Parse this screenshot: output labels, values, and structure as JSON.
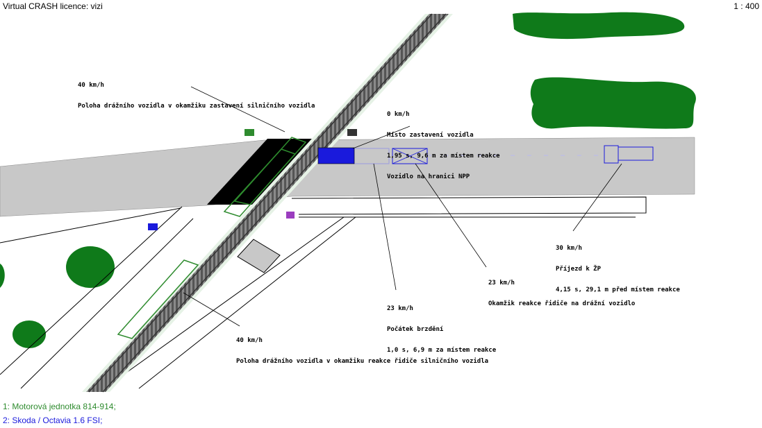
{
  "header": {
    "licence": "Virtual CRASH licence: vizi",
    "scale": "1 : 400"
  },
  "legend": [
    {
      "text": "1: Motorová jednotka 814-914;",
      "color": "#2e8b2e"
    },
    {
      "text": "2: Skoda / Octavia 1.6 FSI;",
      "color": "#1a1adc"
    }
  ],
  "annotations": {
    "train_stop": {
      "speed": "40 km/h",
      "text": "Poloha drážního vozidla v okamžiku zastavení silničního vozidla"
    },
    "car_stop": {
      "speed": "0 km/h",
      "line1": "Místo zastavení vozidla",
      "line2": "1,95 s, 9,6 m za místem reakce",
      "line3": "Vozidlo na hranici NPP"
    },
    "approach": {
      "speed": "30 km/h",
      "line1": "Příjezd k ŽP",
      "line2": "4,15 s, 29,1 m před místem reakce"
    },
    "reaction": {
      "speed": "23 km/h",
      "text": "Okamžik reakce řidiče na drážní vozidlo"
    },
    "braking": {
      "speed": "23 km/h",
      "line1": "Počátek brzdění",
      "line2": "1,0 s, 6,9 m za místem reakce"
    },
    "train_reaction": {
      "speed": "40 km/h",
      "text": "Poloha drážního vozidla v okamžiku reakce řidiče silničního vozidla"
    }
  },
  "colors": {
    "train": "#2e8b2e",
    "car": "#1a1adc",
    "road": "#c8c8c8",
    "trees": "#0f7a1a"
  }
}
